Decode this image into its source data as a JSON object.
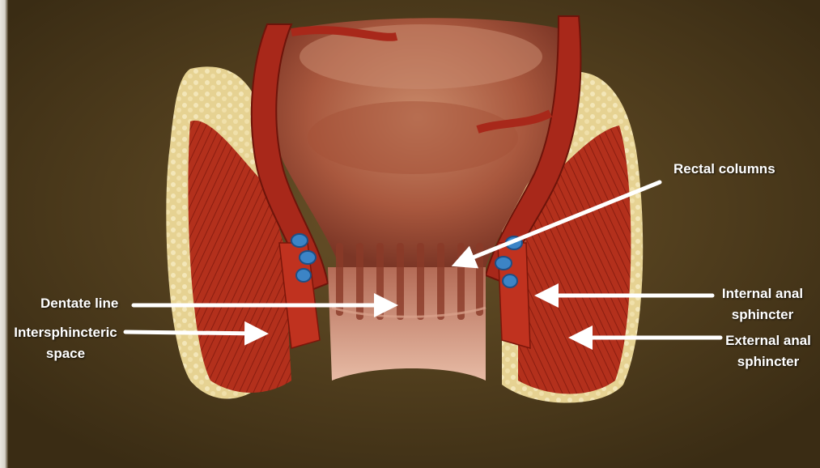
{
  "labels": {
    "rectal_columns": "Rectal columns",
    "dentate_line": "Dentate line",
    "intersphincteric_1": "Intersphincteric",
    "intersphincteric_2": "space",
    "internal_anal_1": "Internal anal",
    "internal_anal_2": "sphincter",
    "external_anal_1": "External anal",
    "external_anal_2": "sphincter"
  },
  "colors": {
    "background": "#4a3a1f",
    "muscle": "#b3301c",
    "mucosa": "#b86a4e",
    "fat": "#e9d79c",
    "vein": "#3c84c6",
    "arrow": "#ffffff"
  }
}
